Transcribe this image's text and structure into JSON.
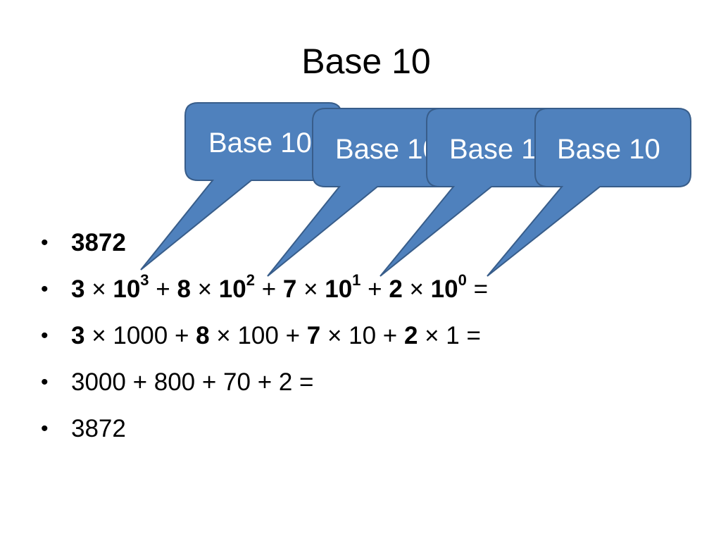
{
  "slide": {
    "title": "Base 10",
    "callouts": [
      {
        "label": "Base 10"
      },
      {
        "label": "Base 10"
      },
      {
        "label": "Base 10"
      },
      {
        "label": "Base 10"
      }
    ],
    "bullets": [
      {
        "parts": [
          {
            "t": "3872",
            "b": true
          }
        ]
      },
      {
        "parts": [
          {
            "t": "3",
            "b": true
          },
          {
            "t": " × "
          },
          {
            "t": "10",
            "b": true
          },
          {
            "t": "3",
            "sup": true
          },
          {
            "t": " + "
          },
          {
            "t": "8",
            "b": true
          },
          {
            "t": " × "
          },
          {
            "t": "10",
            "b": true
          },
          {
            "t": "2",
            "sup": true
          },
          {
            "t": " + "
          },
          {
            "t": "7",
            "b": true
          },
          {
            "t": " × "
          },
          {
            "t": "10",
            "b": true
          },
          {
            "t": "1",
            "sup": true
          },
          {
            "t": " + "
          },
          {
            "t": "2",
            "b": true
          },
          {
            "t": " × "
          },
          {
            "t": "10",
            "b": true
          },
          {
            "t": "0",
            "sup": true
          },
          {
            "t": " ="
          }
        ]
      },
      {
        "parts": [
          {
            "t": "3",
            "b": true
          },
          {
            "t": " × 1000 + "
          },
          {
            "t": "8",
            "b": true
          },
          {
            "t": " × 100 + "
          },
          {
            "t": "7",
            "b": true
          },
          {
            "t": " × 10 + "
          },
          {
            "t": "2",
            "b": true
          },
          {
            "t": " × 1 ="
          }
        ]
      },
      {
        "parts": [
          {
            "t": "3000 + 800 + 70 + 2 ="
          }
        ]
      },
      {
        "parts": [
          {
            "t": "3872"
          }
        ]
      }
    ],
    "bullet_glyph": "•",
    "colors": {
      "callout_fill": "#4f81bd",
      "callout_stroke": "#385d8a",
      "callout_text": "#ffffff",
      "text": "#000000",
      "background": "#ffffff"
    }
  }
}
